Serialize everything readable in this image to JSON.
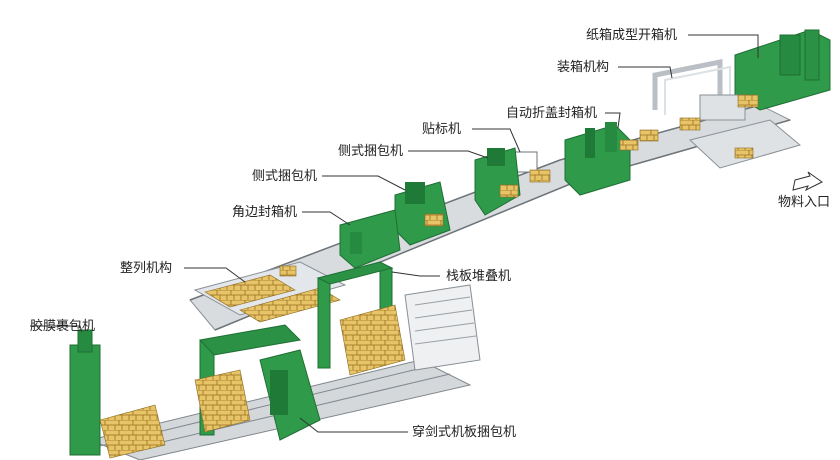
{
  "labels": {
    "carton_erector": "纸箱成型开箱机",
    "case_packer": "装箱机构",
    "auto_flap_sealer": "自动折盖封箱机",
    "labeler": "贴标机",
    "side_strapper": "侧式捆包机",
    "strapper": "侧式捆包机",
    "corner_sealer": "角边封箱机",
    "arranger": "整列机构",
    "pallet_stacker": "栈板堆叠机",
    "stretch_wrapper": "胶膜裹包机",
    "pallet_strapper": "穿剑式机板捆包机",
    "material_inlet": "物料入口"
  },
  "colors": {
    "machine_green": "#2f9a4a",
    "machine_green_dark": "#1f6f34",
    "conveyor": "#cfd3d6",
    "box": "#e8c468",
    "box_dark": "#b88a2c",
    "frame": "#e3e6ea"
  }
}
